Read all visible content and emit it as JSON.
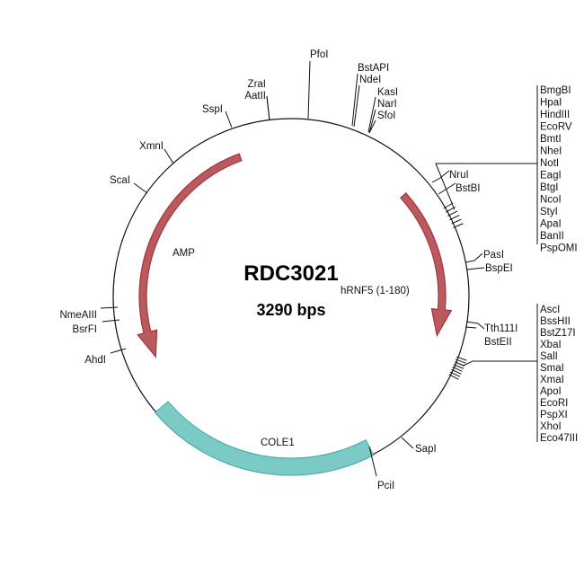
{
  "plasmid": {
    "name": "RDC3021",
    "size": "3290 bps"
  },
  "features": {
    "amp": {
      "label": "AMP",
      "color": "#b85a5e"
    },
    "hrnf5": {
      "label": "hRNF5 (1-180)",
      "color": "#b85a5e"
    },
    "cole1": {
      "label": "COLE1",
      "color": "#7ccac6"
    }
  },
  "sites": {
    "pfoi": "PfoI",
    "bstapi": "BstAPI",
    "ndei": "NdeI",
    "kasi": "KasI",
    "nari": "NarI",
    "sfoi": "SfoI",
    "zrai": "ZraI",
    "aatii": "AatII",
    "sspi": "SspI",
    "xmni": "XmnI",
    "scai": "ScaI",
    "nmeaiii": "NmeAIII",
    "bsrfi": "BsrFI",
    "ahdi": "AhdI",
    "nrui": "NruI",
    "bstbi": "BstBI",
    "pasi": "PasI",
    "bspei": "BspEI",
    "tth111i": "Tth111I",
    "bsteii": "BstEII",
    "sapi": "SapI",
    "pcii": "PciI"
  },
  "cluster1": [
    "BmgBI",
    "HpaI",
    "HindIII",
    "EcoRV",
    "BmtI",
    "NheI",
    "NotI",
    "EagI",
    "BtgI",
    "NcoI",
    "StyI",
    "ApaI",
    "BanII",
    "PspOMI"
  ],
  "cluster2": [
    "AscI",
    "BssHII",
    "BstZ17I",
    "XbaI",
    "SalI",
    "SmaI",
    "XmaI",
    "ApoI",
    "EcoRI",
    "PspXI",
    "XhoI",
    "Eco47III"
  ]
}
